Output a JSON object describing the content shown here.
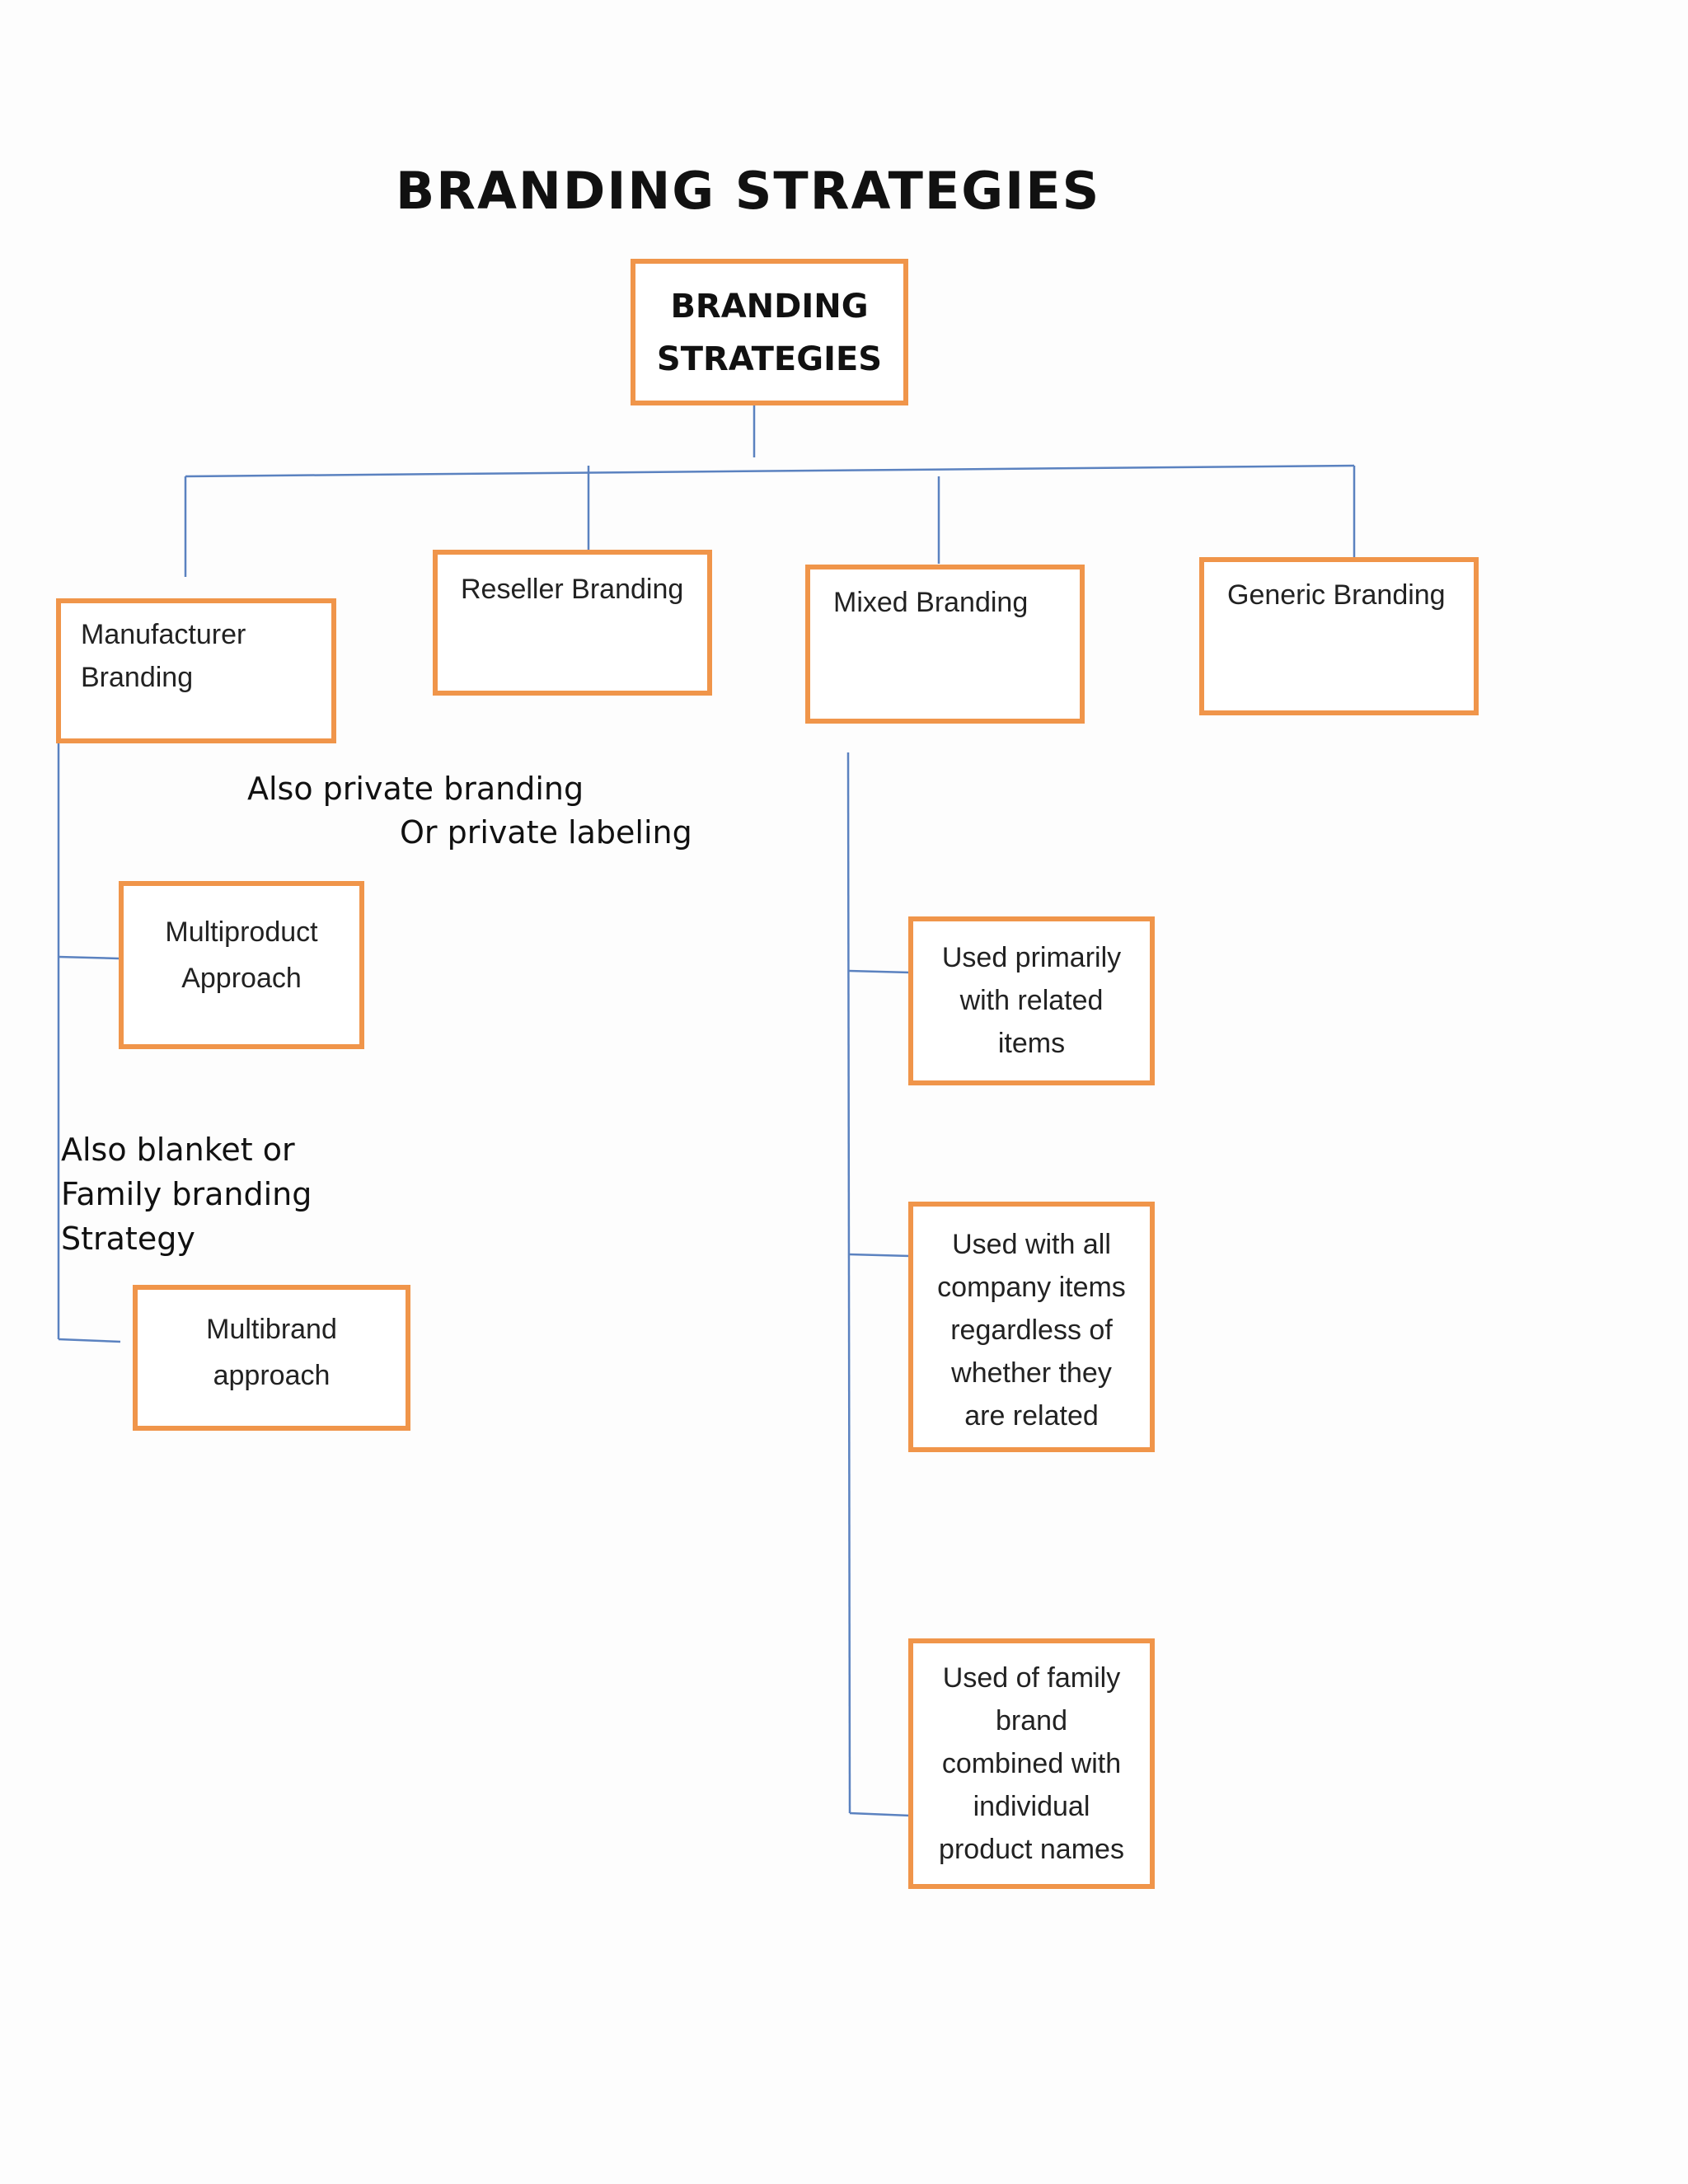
{
  "title": "BRANDING STRATEGIES",
  "root": {
    "label": "BRANDING\nSTRATEGIES"
  },
  "branches": {
    "manufacturer": "Manufacturer\nBranding",
    "reseller": "Reseller Branding",
    "mixed": "Mixed Branding",
    "generic": "Generic Branding"
  },
  "notes": {
    "private_line1": "Also private branding",
    "private_line2": "Or private labeling",
    "blanket": "Also blanket or\n Family branding\nStrategy"
  },
  "manufacturer_children": {
    "multiproduct": "Multiproduct\nApproach",
    "multibrand": "Multibrand\napproach"
  },
  "mixed_children": {
    "related": "Used primarily\nwith related\nitems",
    "all_items": "Used with all\ncompany items\nregardless  of\nwhether they\nare related",
    "family": "Used of family\nbrand\ncombined with\nindividual\nproduct names"
  },
  "colors": {
    "box_border": "#F0954A",
    "connector": "#5B82C0"
  }
}
